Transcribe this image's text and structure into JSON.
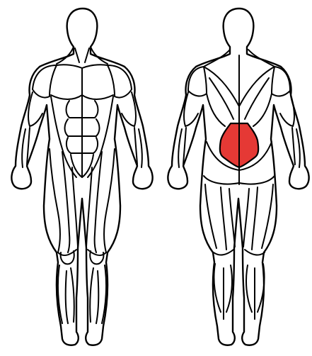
{
  "diagram": {
    "views": [
      "front",
      "back"
    ],
    "highlighted_muscle": "lower-back",
    "highlighted_view": "back"
  },
  "colors": {
    "background": "#ffffff",
    "outline": "#000000",
    "highlight": "#e53935"
  }
}
